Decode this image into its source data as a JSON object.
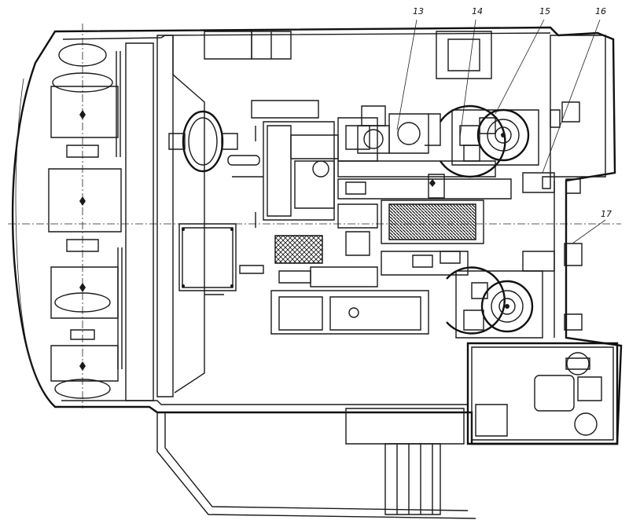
{
  "callouts": [
    {
      "id": "c13",
      "number": "13"
    },
    {
      "id": "c14",
      "number": "14"
    },
    {
      "id": "c15",
      "number": "15"
    },
    {
      "id": "c16",
      "number": "16"
    },
    {
      "id": "c17",
      "number": "17"
    }
  ]
}
